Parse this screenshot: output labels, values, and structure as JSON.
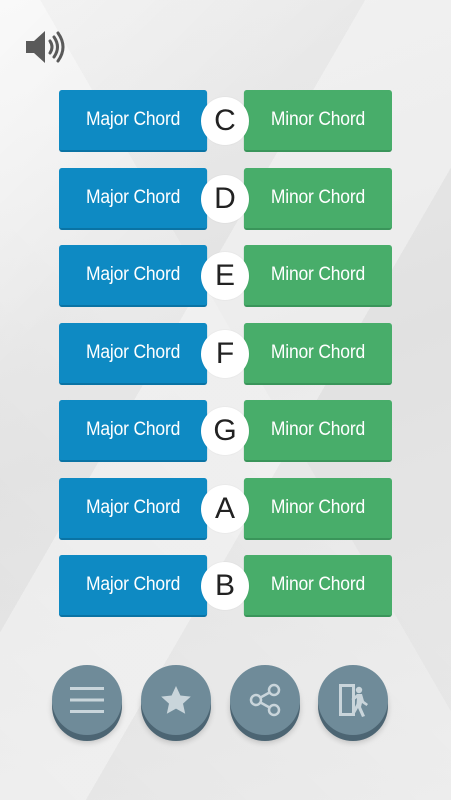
{
  "header": {
    "sound_icon": "speaker-volume-icon"
  },
  "chords": [
    {
      "note": "C",
      "major_label": "Major Chord",
      "minor_label": "Minor Chord"
    },
    {
      "note": "D",
      "major_label": "Major Chord",
      "minor_label": "Minor Chord"
    },
    {
      "note": "E",
      "major_label": "Major Chord",
      "minor_label": "Minor Chord"
    },
    {
      "note": "F",
      "major_label": "Major Chord",
      "minor_label": "Minor Chord"
    },
    {
      "note": "G",
      "major_label": "Major Chord",
      "minor_label": "Minor Chord"
    },
    {
      "note": "A",
      "major_label": "Major Chord",
      "minor_label": "Minor Chord"
    },
    {
      "note": "B",
      "major_label": "Major Chord",
      "minor_label": "Minor Chord"
    }
  ],
  "bottom_bar": {
    "buttons": [
      "menu-icon",
      "star-icon",
      "share-icon",
      "exit-icon"
    ]
  },
  "colors": {
    "major": "#0e8ac3",
    "minor": "#48ad6a",
    "round_button": "#6f8b99",
    "note_circle": "#ffffff"
  }
}
